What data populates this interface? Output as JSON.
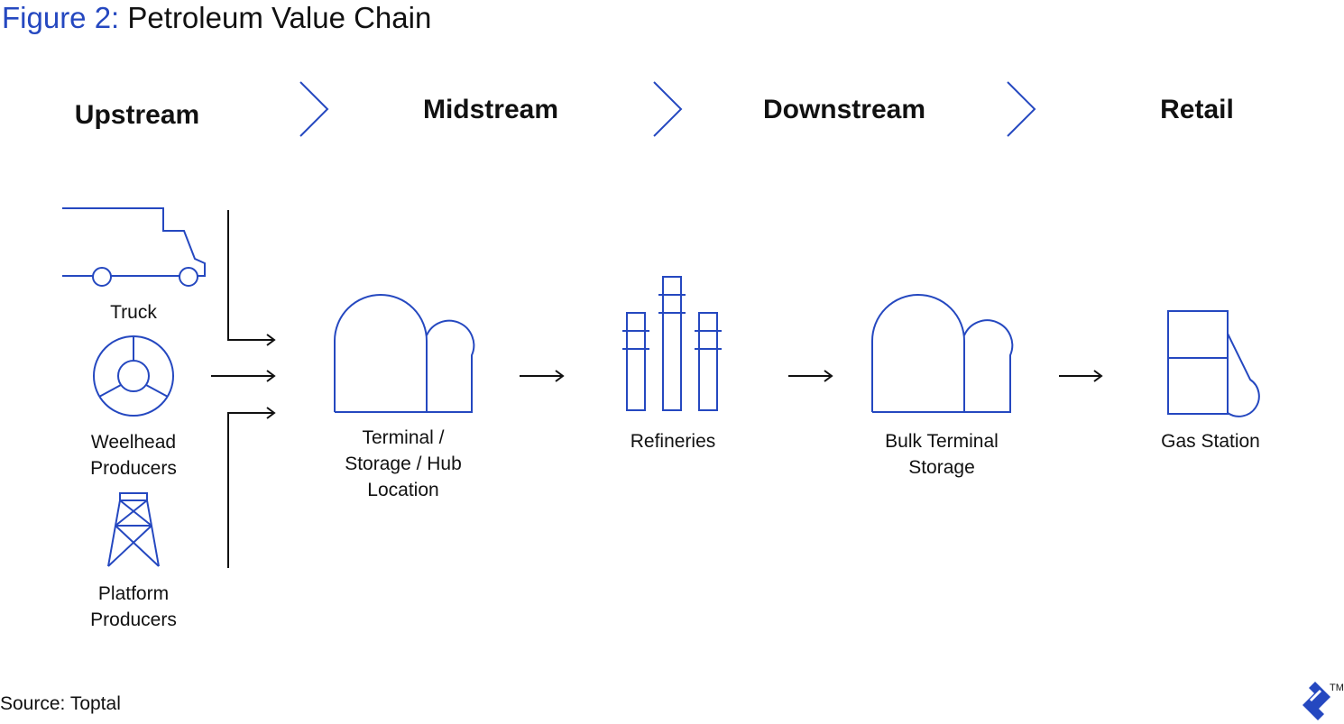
{
  "figure": {
    "prefix": "Figure 2:",
    "title": "Petroleum Value Chain"
  },
  "stages": [
    {
      "label": "Upstream"
    },
    {
      "label": "Midstream"
    },
    {
      "label": "Downstream"
    },
    {
      "label": "Retail"
    }
  ],
  "nodes": {
    "truck": "Truck",
    "wellhead": "Weelhead\nProducers",
    "platform": "Platform\nProducers",
    "terminal": "Terminal /\nStorage / Hub\nLocation",
    "refineries": "Refineries",
    "bulk_terminal": "Bulk Terminal\nStorage",
    "gas_station": "Gas Station"
  },
  "source": "Source: Toptal",
  "logo": {
    "trademark": "TM"
  },
  "colors": {
    "accent": "#2548c0",
    "text": "#111111",
    "background": "#ffffff"
  }
}
